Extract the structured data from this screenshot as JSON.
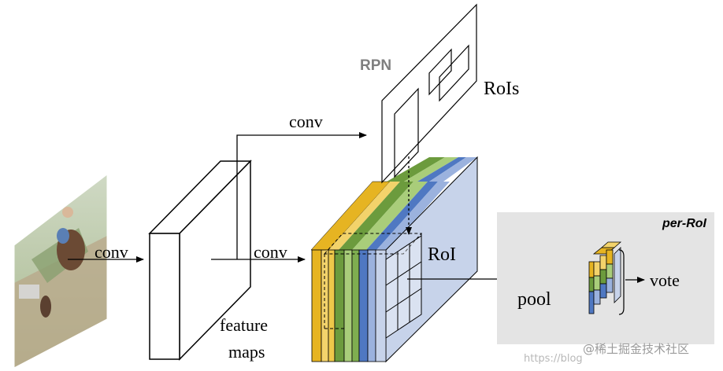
{
  "labels": {
    "conv_left": "conv",
    "conv_top": "conv",
    "conv_middle": "conv",
    "rpn": "RPN",
    "rois": "RoIs",
    "roi": "RoI",
    "feature_line1": "feature",
    "feature_line2": "maps",
    "pool": "pool",
    "vote": "vote",
    "per_roi": "per-RoI"
  },
  "watermark": {
    "text": "@稀土掘金技术社区",
    "url_fragment": "https://blog"
  },
  "colors": {
    "gold": "#e6b422",
    "green_dark": "#6c9b3d",
    "green_light": "#a9cd7a",
    "blue": "#4f78c2",
    "blue_light": "#c7d3ea",
    "panel_gray": "#e4e4e4",
    "rpn_gray": "#7f7f7f"
  }
}
